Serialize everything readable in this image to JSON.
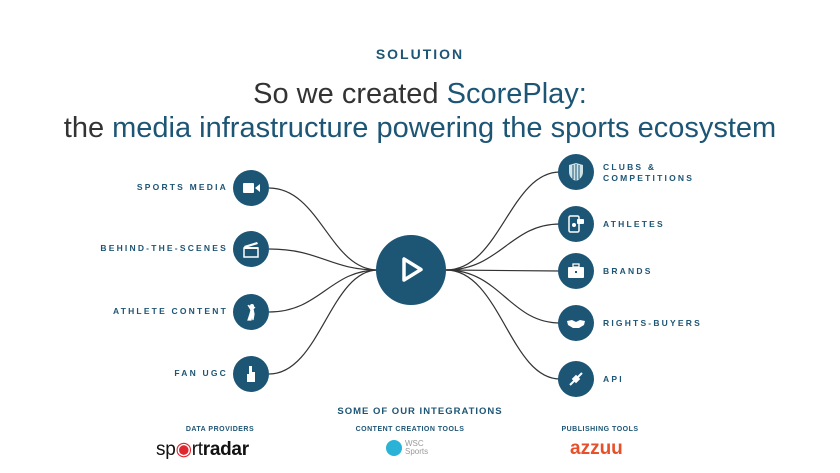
{
  "kicker": "SOLUTION",
  "title": {
    "line1_pre": "So we created ",
    "line1_brand": "ScorePlay:",
    "line2_pre": "the ",
    "line2_rest": "media infrastructure powering the sports ecosystem"
  },
  "left_items": [
    {
      "label": "SPORTS MEDIA",
      "icon": "video-camera-icon"
    },
    {
      "label": "BEHIND-THE-SCENES",
      "icon": "clapperboard-icon"
    },
    {
      "label": "ATHLETE CONTENT",
      "icon": "athlete-icon"
    },
    {
      "label": "FAN UGC",
      "icon": "foam-finger-icon"
    }
  ],
  "right_items": [
    {
      "label1": "CLUBS &",
      "label2": "COMPETITIONS",
      "icon": "shield-icon"
    },
    {
      "label1": "ATHLETES",
      "icon": "phone-chat-icon"
    },
    {
      "label1": "BRANDS",
      "icon": "briefcase-icon"
    },
    {
      "label1": "RIGHTS-BUYERS",
      "icon": "handshake-icon"
    },
    {
      "label1": "API",
      "icon": "plug-icon"
    }
  ],
  "center_icon": "scoreplay-play-icon",
  "integrations": {
    "heading": "SOME OF OUR INTEGRATIONS",
    "groups": [
      {
        "title": "DATA PROVIDERS",
        "logo": "sportradar"
      },
      {
        "title": "CONTENT CREATION TOOLS",
        "logo_line1": "WSC",
        "logo_line2": "Sports"
      },
      {
        "title": "PUBLISHING TOOLS",
        "logo": "azzuu"
      }
    ]
  },
  "colors": {
    "primary": "#1d5575",
    "text": "#333333",
    "sportradar_red": "#e0262f",
    "azzuu": "#e8502a",
    "wsc": "#2ab3d6"
  }
}
